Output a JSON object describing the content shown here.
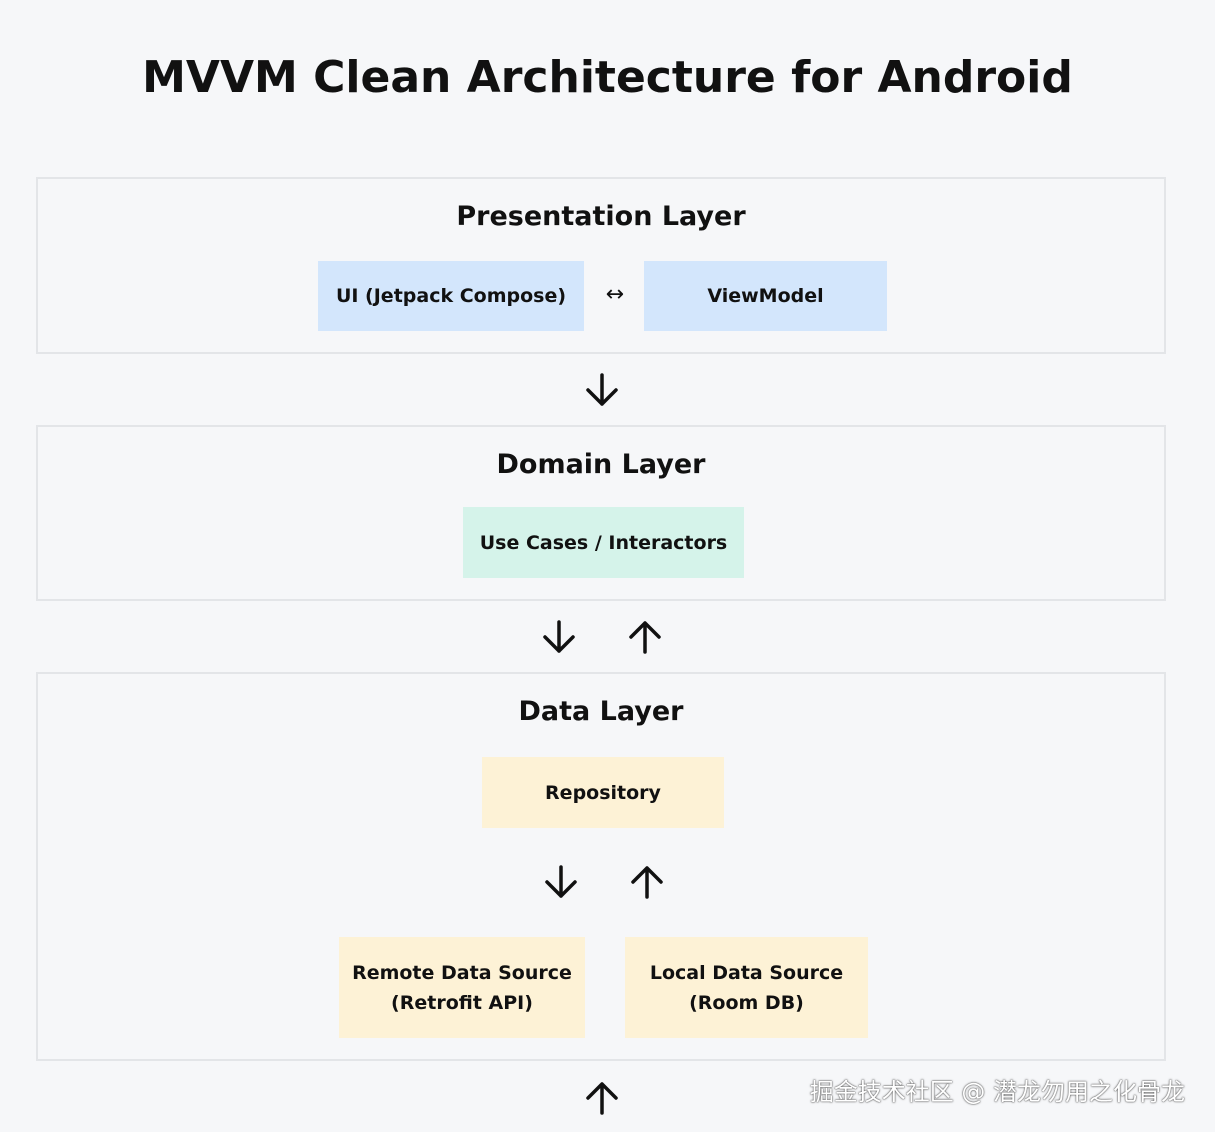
{
  "title": "MVVM Clean Architecture for Android",
  "presentation": {
    "title": "Presentation Layer",
    "ui": "UI (Jetpack Compose)",
    "connector": "↔",
    "viewmodel": "ViewModel"
  },
  "domain": {
    "title": "Domain Layer",
    "usecases": "Use Cases / Interactors"
  },
  "data": {
    "title": "Data Layer",
    "repository": "Repository",
    "remote": "Remote Data Source\n(Retrofit API)",
    "local": "Local Data Source\n(Room DB)"
  },
  "colors": {
    "background": "#f6f7f9",
    "layer_border": "#e3e5e8",
    "presentation_box": "#d3e6fc",
    "domain_box": "#d5f3ea",
    "data_box": "#fdf2d6",
    "text": "#111111"
  },
  "watermark": "掘金技术社区 @ 潜龙勿用之化骨龙"
}
